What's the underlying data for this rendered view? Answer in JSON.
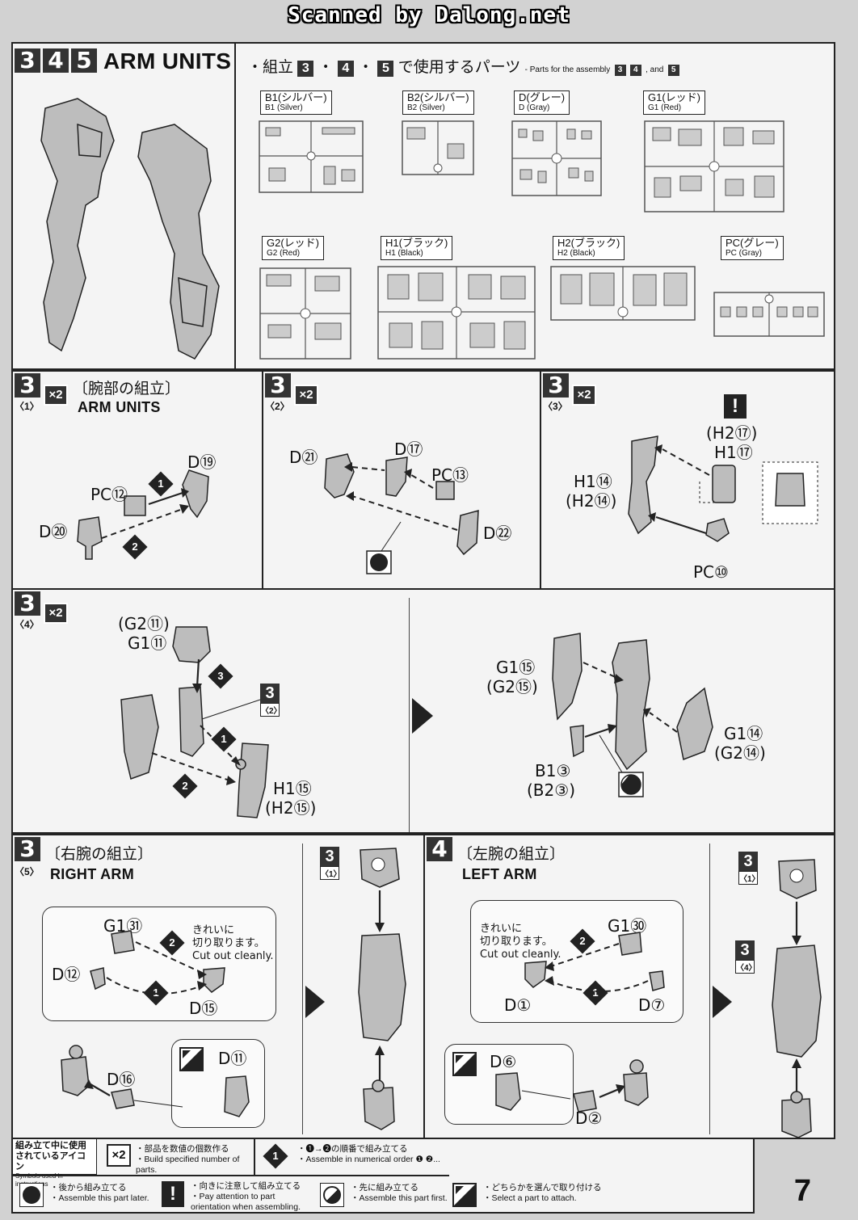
{
  "watermark": "Scanned by Dalong.net",
  "header": {
    "step_numbers": [
      "3",
      "4",
      "5"
    ],
    "title": "ARM UNITS",
    "parts_heading_ja": "・組立",
    "parts_heading_sep": "・",
    "parts_heading_suffix": "で使用するパーツ",
    "parts_heading_en_prefix": "- Parts for the assembly",
    "parts_heading_en_and": ", and",
    "runners": [
      {
        "ja": "B1(シルバー)",
        "en": "B1 (Silver)"
      },
      {
        "ja": "B2(シルバー)",
        "en": "B2 (Silver)"
      },
      {
        "ja": "D(グレー)",
        "en": "D (Gray)"
      },
      {
        "ja": "G1(レッド)",
        "en": "G1 (Red)"
      },
      {
        "ja": "G2(レッド)",
        "en": "G2 (Red)"
      },
      {
        "ja": "H1(ブラック)",
        "en": "H1 (Black)"
      },
      {
        "ja": "H2(ブラック)",
        "en": "H2 (Black)"
      },
      {
        "ja": "PC(グレー)",
        "en": "PC (Gray)"
      }
    ]
  },
  "step1": {
    "num": "3",
    "sub": "〈1〉",
    "mult": "×2",
    "title_ja": "〔腕部の組立〕",
    "title_en": "ARM UNITS",
    "parts": {
      "d19": "D",
      "d19n": "⑲",
      "pc12": "PC",
      "pc12n": "⑫",
      "d20": "D",
      "d20n": "⑳"
    },
    "orders": [
      "1",
      "2"
    ]
  },
  "step2": {
    "num": "3",
    "sub": "〈2〉",
    "mult": "×2",
    "parts": {
      "d21": "D",
      "d21n": "㉑",
      "d17": "D",
      "d17n": "⑰",
      "pc13": "PC",
      "pc13n": "⑬",
      "d22": "D",
      "d22n": "㉒"
    }
  },
  "step3": {
    "num": "3",
    "sub": "〈3〉",
    "mult": "×2",
    "warn": "!",
    "parts": {
      "h2": "(H2",
      "h2n": "⑰",
      "h2c": ")",
      "h1": "H1",
      "h1n": "⑰",
      "h1b": "H1",
      "h1bn": "⑭",
      "h2b": "(H2",
      "h2bn": "⑭",
      "h2bc": ")",
      "pc10": "PC",
      "pc10n": "⑩"
    }
  },
  "step4": {
    "num": "3",
    "sub": "〈4〉",
    "mult": "×2",
    "parts": {
      "g2a": "(G2",
      "g2an": "⑪",
      "g2ac": ")",
      "g1a": "G1",
      "g1an": "⑪",
      "ref_num": "3",
      "ref_sub": "〈2〉",
      "h1": "H1",
      "h1n": "⑮",
      "h2": "(H2",
      "h2n": "⑮",
      "h2c": ")",
      "g1b": "G1",
      "g1bn": "⑮",
      "g2b": "(G2",
      "g2bn": "⑮",
      "g2bc": ")",
      "g1c": "G1",
      "g1cn": "⑭",
      "g2c": "(G2",
      "g2cn": "⑭",
      "g2cc": ")",
      "b1": "B1",
      "b1n": "③",
      "b2": "(B2",
      "b2n": "③",
      "b2c": ")"
    },
    "orders": [
      "1",
      "2",
      "3"
    ]
  },
  "step5": {
    "num": "3",
    "sub": "〈5〉",
    "title_ja": "〔右腕の組立〕",
    "title_en": "RIGHT ARM",
    "note_ja1": "きれいに",
    "note_ja2": "切り取ります。",
    "note_en": "Cut out cleanly.",
    "parts": {
      "g1": "G1",
      "g1n": "㉛",
      "d12": "D",
      "d12n": "⑫",
      "d15": "D",
      "d15n": "⑮",
      "d16": "D",
      "d16n": "⑯",
      "d11": "D",
      "d11n": "⑪"
    },
    "ref1_num": "3",
    "ref1_sub": "〈1〉"
  },
  "step6": {
    "num": "4",
    "title_ja": "〔左腕の組立〕",
    "title_en": "LEFT ARM",
    "note_ja1": "きれいに",
    "note_ja2": "切り取ります。",
    "note_en": "Cut out cleanly.",
    "parts": {
      "g1": "G1",
      "g1n": "㉚",
      "d1": "D",
      "d1n": "①",
      "d7": "D",
      "d7n": "⑦",
      "d6": "D",
      "d6n": "⑥",
      "d2": "D",
      "d2n": "②"
    },
    "ref1_num": "3",
    "ref1_sub": "〈1〉",
    "ref2_num": "3",
    "ref2_sub": "〈4〉"
  },
  "legend": {
    "heading_ja1": "組み立て中に使用",
    "heading_ja2": "されているアイコン",
    "heading_en": "Symbols used in instructions",
    "items": [
      {
        "ja": "・部品を数値の個数作る",
        "en": "・Build specified number of parts."
      },
      {
        "ja": "・❶→❷の順番で組み立てる",
        "en": "・Assemble in numerical order ❶ ❷..."
      },
      {
        "ja": "・後から組み立てる",
        "en": "・Assemble this part later."
      },
      {
        "ja": "・向きに注意して組み立てる",
        "en": "・Pay attention to part orientation when assembling."
      },
      {
        "ja": "・先に組み立てる",
        "en": "・Assemble this part first."
      },
      {
        "ja": "・どちらかを選んで取り付ける",
        "en": "・Select a part to attach."
      }
    ],
    "icon_x2": "×2",
    "icon_order": "1",
    "icon_warn": "!"
  },
  "page_number": "7"
}
